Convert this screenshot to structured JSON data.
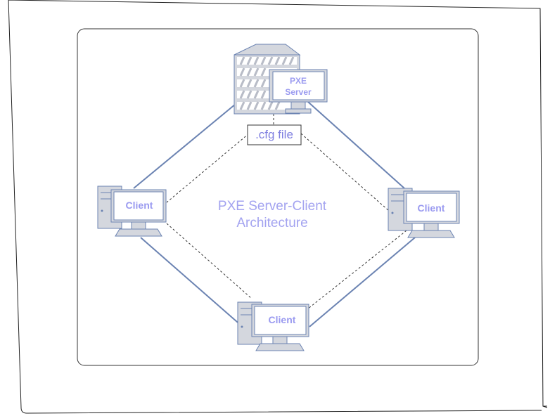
{
  "diagram": {
    "title_line1": "PXE Server-Client",
    "title_line2": "Architecture",
    "config_file": ".cfg file",
    "server": {
      "line1": "PXE",
      "line2": "Server"
    },
    "clients": [
      {
        "label": "Client"
      },
      {
        "label": "Client"
      },
      {
        "label": "Client"
      }
    ],
    "colors": {
      "node_stroke": "#6b83b2",
      "node_fill": "#d4d7de",
      "screen_fill": "#ffffff",
      "label_text": "#9a9af0",
      "connector": "#6b83b2",
      "dashed_link": "#333333",
      "frame": "#222222"
    }
  }
}
